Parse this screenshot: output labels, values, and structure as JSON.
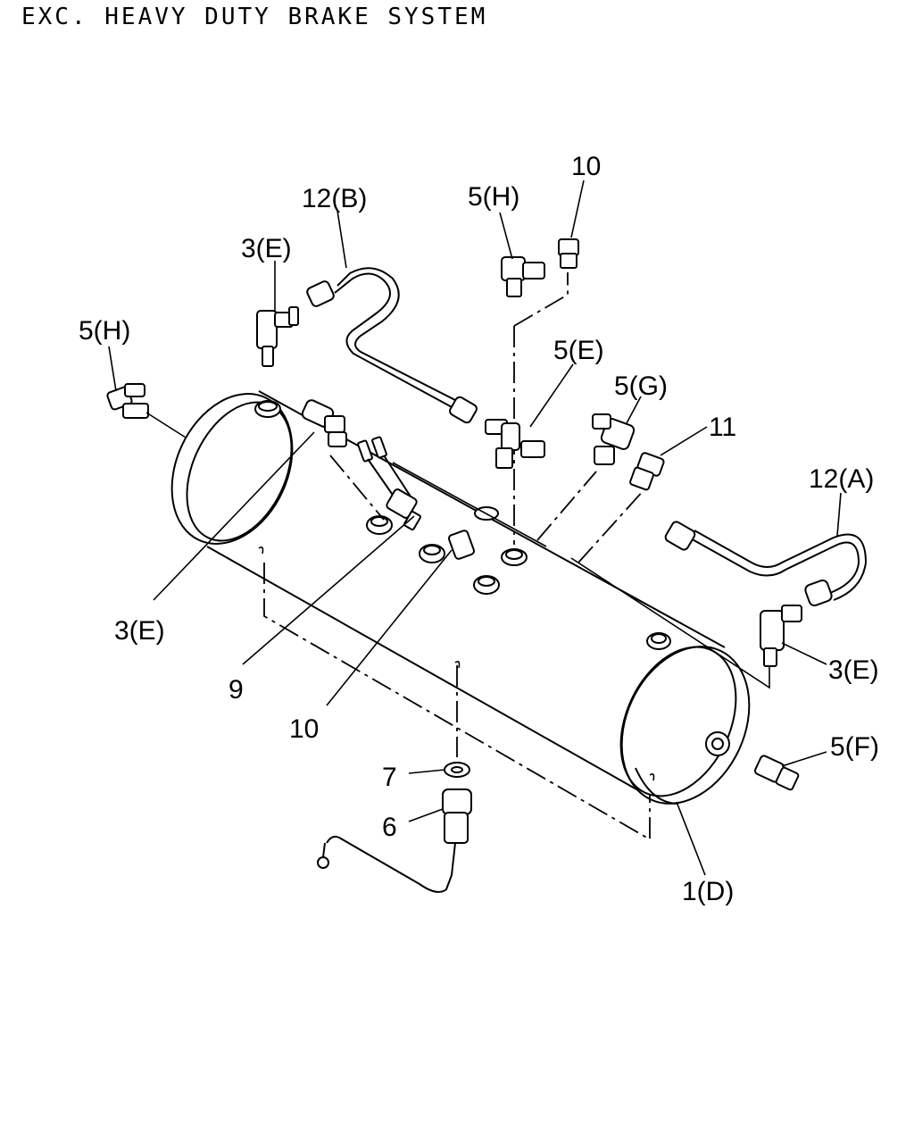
{
  "title": "EXC. HEAVY DUTY BRAKE SYSTEM",
  "callouts": {
    "c_12b": "12(B)",
    "c_5h_top": "5(H)",
    "c_10_top": "10",
    "c_3e_top": "3(E)",
    "c_5h_left": "5(H)",
    "c_5e": "5(E)",
    "c_5g": "5(G)",
    "c_11": "11",
    "c_12a": "12(A)",
    "c_3e_right": "3(E)",
    "c_3e_left": "3(E)",
    "c_9": "9",
    "c_10_bottom": "10",
    "c_5f": "5(F)",
    "c_7": "7",
    "c_6": "6",
    "c_1d": "1(D)"
  }
}
